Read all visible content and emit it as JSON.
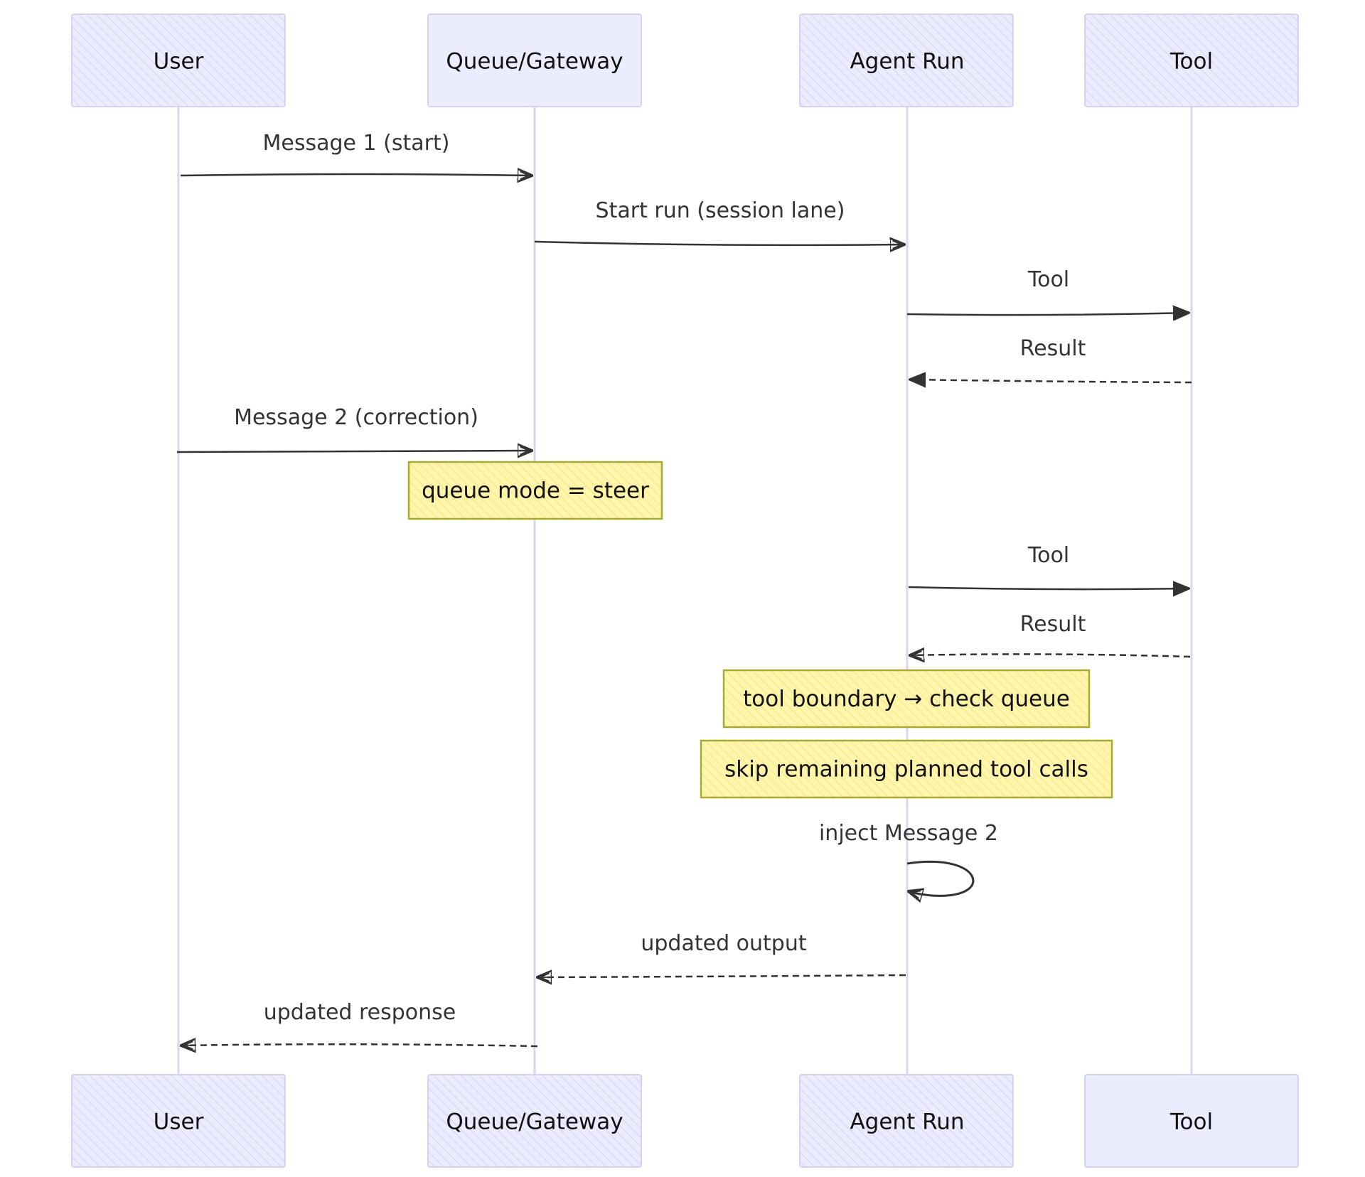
{
  "participants": [
    {
      "id": "user",
      "label": "User"
    },
    {
      "id": "gateway",
      "label": "Queue/Gateway"
    },
    {
      "id": "agent",
      "label": "Agent Run"
    },
    {
      "id": "tool",
      "label": "Tool"
    }
  ],
  "messages": [
    {
      "id": "msg1",
      "from": "user",
      "to": "gateway",
      "label": "Message 1 (start)",
      "style": "solid"
    },
    {
      "id": "msg2",
      "from": "gateway",
      "to": "agent",
      "label": "Start run (session lane)",
      "style": "solid"
    },
    {
      "id": "msg3",
      "from": "agent",
      "to": "tool",
      "label": "Tool",
      "style": "solid"
    },
    {
      "id": "msg4",
      "from": "tool",
      "to": "agent",
      "label": "Result",
      "style": "dashed"
    },
    {
      "id": "msg5",
      "from": "user",
      "to": "gateway",
      "label": "Message 2 (correction)",
      "style": "solid"
    },
    {
      "id": "msg6",
      "from": "agent",
      "to": "tool",
      "label": "Tool",
      "style": "solid"
    },
    {
      "id": "msg7",
      "from": "tool",
      "to": "agent",
      "label": "Result",
      "style": "dashed"
    },
    {
      "id": "msg8",
      "from": "agent",
      "to": "agent",
      "label": "inject Message 2",
      "style": "self"
    },
    {
      "id": "msg9",
      "from": "agent",
      "to": "gateway",
      "label": "updated output",
      "style": "dashed"
    },
    {
      "id": "msg10",
      "from": "gateway",
      "to": "user",
      "label": "updated response",
      "style": "dashed"
    }
  ],
  "notes": [
    {
      "id": "note1",
      "label": "queue mode = steer"
    },
    {
      "id": "note2",
      "label": "tool boundary → check queue"
    },
    {
      "id": "note3",
      "label": "skip remaining planned tool calls"
    }
  ],
  "colors": {
    "actor_fill": "#ECECFF",
    "actor_border": "#D8D0F0",
    "lifeline": "#DDD4F2",
    "line": "#333333",
    "note_fill": "#FFF5AD",
    "note_border": "#AAAA33"
  }
}
